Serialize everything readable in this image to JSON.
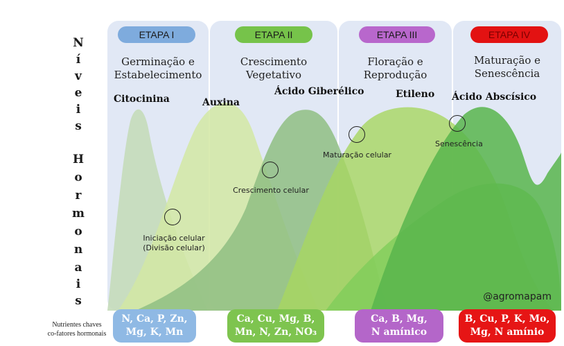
{
  "vertical_title": [
    "N",
    "í",
    "v",
    "e",
    "i",
    "s",
    "H",
    "o",
    "r",
    "m",
    "o",
    "n",
    "a",
    "i",
    "s"
  ],
  "stages": [
    {
      "badge": "ETAPA I",
      "line1": "Germinação e",
      "line2": "Estabelecimento",
      "color": "#7eabdd"
    },
    {
      "badge": "ETAPA II",
      "line1": "Crescimento",
      "line2": "Vegetativo",
      "color": "#76c34a"
    },
    {
      "badge": "ETAPA III",
      "line1": "Floração e",
      "line2": "Reprodução",
      "color": "#b867cc"
    },
    {
      "badge": "ETAPA IV",
      "line1": "Maturação e",
      "line2": "Senescência",
      "color": "#e31212"
    }
  ],
  "hormones": {
    "citocinina": "Citocinina",
    "auxina": "Auxina",
    "giberelico": "Ácido Giberélico",
    "etileno": "Etileno",
    "abscisico": "Ácido Abscísico"
  },
  "events": {
    "iniciacao_1": "Iniciação celular",
    "iniciacao_2": "(Divisão celular)",
    "crescimento": "Crescimento celular",
    "maturacao": "Maturação celular",
    "senescencia": "Senescência"
  },
  "nutrients": {
    "label_1": "Nutrientes chaves",
    "label_2": "co-fatores hormonais",
    "boxes": [
      {
        "line1": "N, Ca, P, Zn,",
        "line2": "Mg, K, Mn",
        "color": "#8fb9e4"
      },
      {
        "line1": "Ca, Cu, Mg, B,",
        "line2": "Mn, N, Zn, NO₃",
        "color": "#7ec44f"
      },
      {
        "line1": "Ca, B, Mg,",
        "line2": "N amínico",
        "color": "#b466c9"
      },
      {
        "line1": "B, Cu, P, K, Mo,",
        "line2": "Mg, N amínio",
        "color": "#e61515"
      }
    ]
  },
  "credit": "@agromapam",
  "colors": {
    "citocinina": "#c5dcba",
    "auxina": "#d2e8a3",
    "giberelico": "#8fbe82",
    "etileno": "#a8d660",
    "abscisico": "#58b54c",
    "late": "#7fcd5a"
  }
}
